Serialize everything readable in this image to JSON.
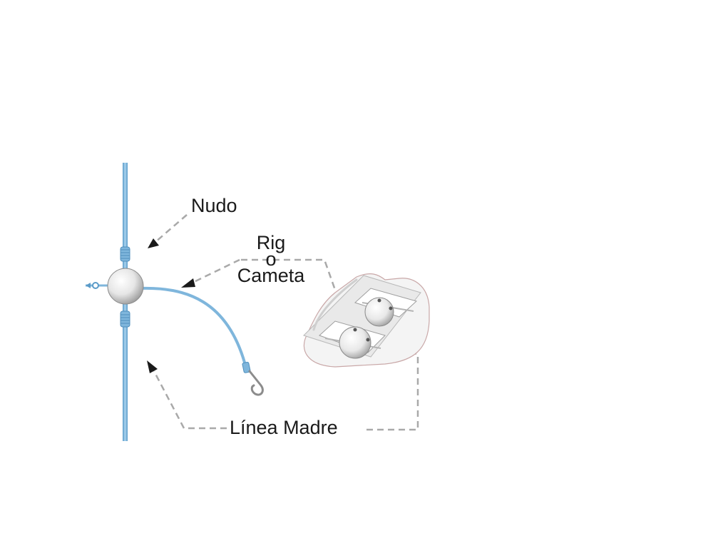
{
  "labels": {
    "knot": "Nudo",
    "rig_line1": "Rig",
    "rig_line2": "o",
    "rig_line3": "Cameta",
    "main_line": "Línea Madre"
  },
  "colors": {
    "line": "#7fb6dc",
    "line_dark": "#5b9bc8",
    "dash": "#a9a9a9",
    "arrow": "#1a1a1a",
    "text": "#1a1a1a"
  },
  "icons": {
    "knot": "knot-icon",
    "float": "float-ball-icon",
    "hook": "hook-icon",
    "swivel": "swivel-icon",
    "package": "rig-package-icon"
  }
}
